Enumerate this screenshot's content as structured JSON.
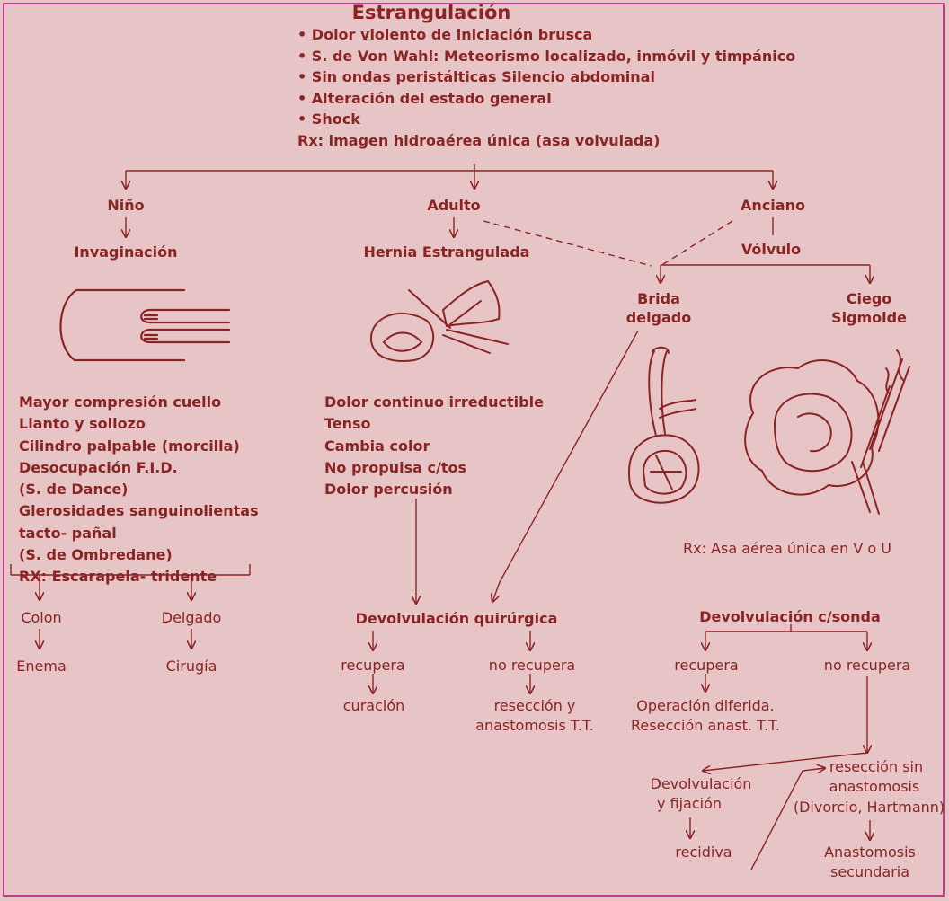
{
  "title": "Estrangulación",
  "symptoms": [
    "• Dolor violento de iniciación brusca",
    "• S. de Von Wahl: Meteorismo localizado, inmóvil y timpánico",
    "• Sin ondas peristálticas Silencio abdominal",
    "• Alteración del estado general",
    "• Shock",
    "Rx: imagen hidroaérea única (asa volvulada)"
  ],
  "nino": {
    "label": "Niño",
    "cause": "Invaginación",
    "signs": [
      "Mayor compresión cuello",
      "Llanto y sollozo",
      "Cilindro palpable (morcilla)",
      "Desocupación F.I.D.",
      "(S. de Dance)",
      "Glerosidades sanguinolientas",
      "tacto- pañal",
      "(S. de Ombredane)",
      "RX: Escarapela- tridente"
    ],
    "colon": "Colon",
    "enema": "Enema",
    "delgado": "Delgado",
    "cirugia": "Cirugía"
  },
  "adulto": {
    "label": "Adulto",
    "cause": "Hernia Estrangulada",
    "signs": [
      "Dolor continuo irreductible",
      "Tenso",
      "Cambia color",
      "No propulsa c/tos",
      "Dolor percusión"
    ],
    "devolvulacion": "Devolvulación quirúrgica",
    "recupera": "recupera",
    "curacion": "curación",
    "no_recupera": "no recupera",
    "reseccion_1": "resección y",
    "reseccion_2": "anastomosis T.T."
  },
  "anciano": {
    "label": "Anciano",
    "volvulo": "Vólvulo",
    "brida_1": "Brida",
    "brida_2": "delgado",
    "ciego_1": "Ciego",
    "ciego_2": "Sigmoide",
    "rx": "Rx: Asa aérea única en V o U",
    "sonda": "Devolvulación c/sonda",
    "recupera": "recupera",
    "no_recupera": "no recupera",
    "operacion_1": "Operación diferida.",
    "operacion_2": "Resección anast. T.T.",
    "fijacion_1": "Devolvulación",
    "fijacion_2": "y fijación",
    "recidiva": "recidiva",
    "reseccion_sin_1": "resección sin",
    "reseccion_sin_2": "anastomosis",
    "divorcio": "(Divorcio, Hartmann)",
    "anastomosis_1": "Anastomosis",
    "anastomosis_2": "secundaria"
  },
  "colors": {
    "ink": "#8a2424",
    "paper": "#e7c5c6",
    "frame": "#c23a8e"
  }
}
